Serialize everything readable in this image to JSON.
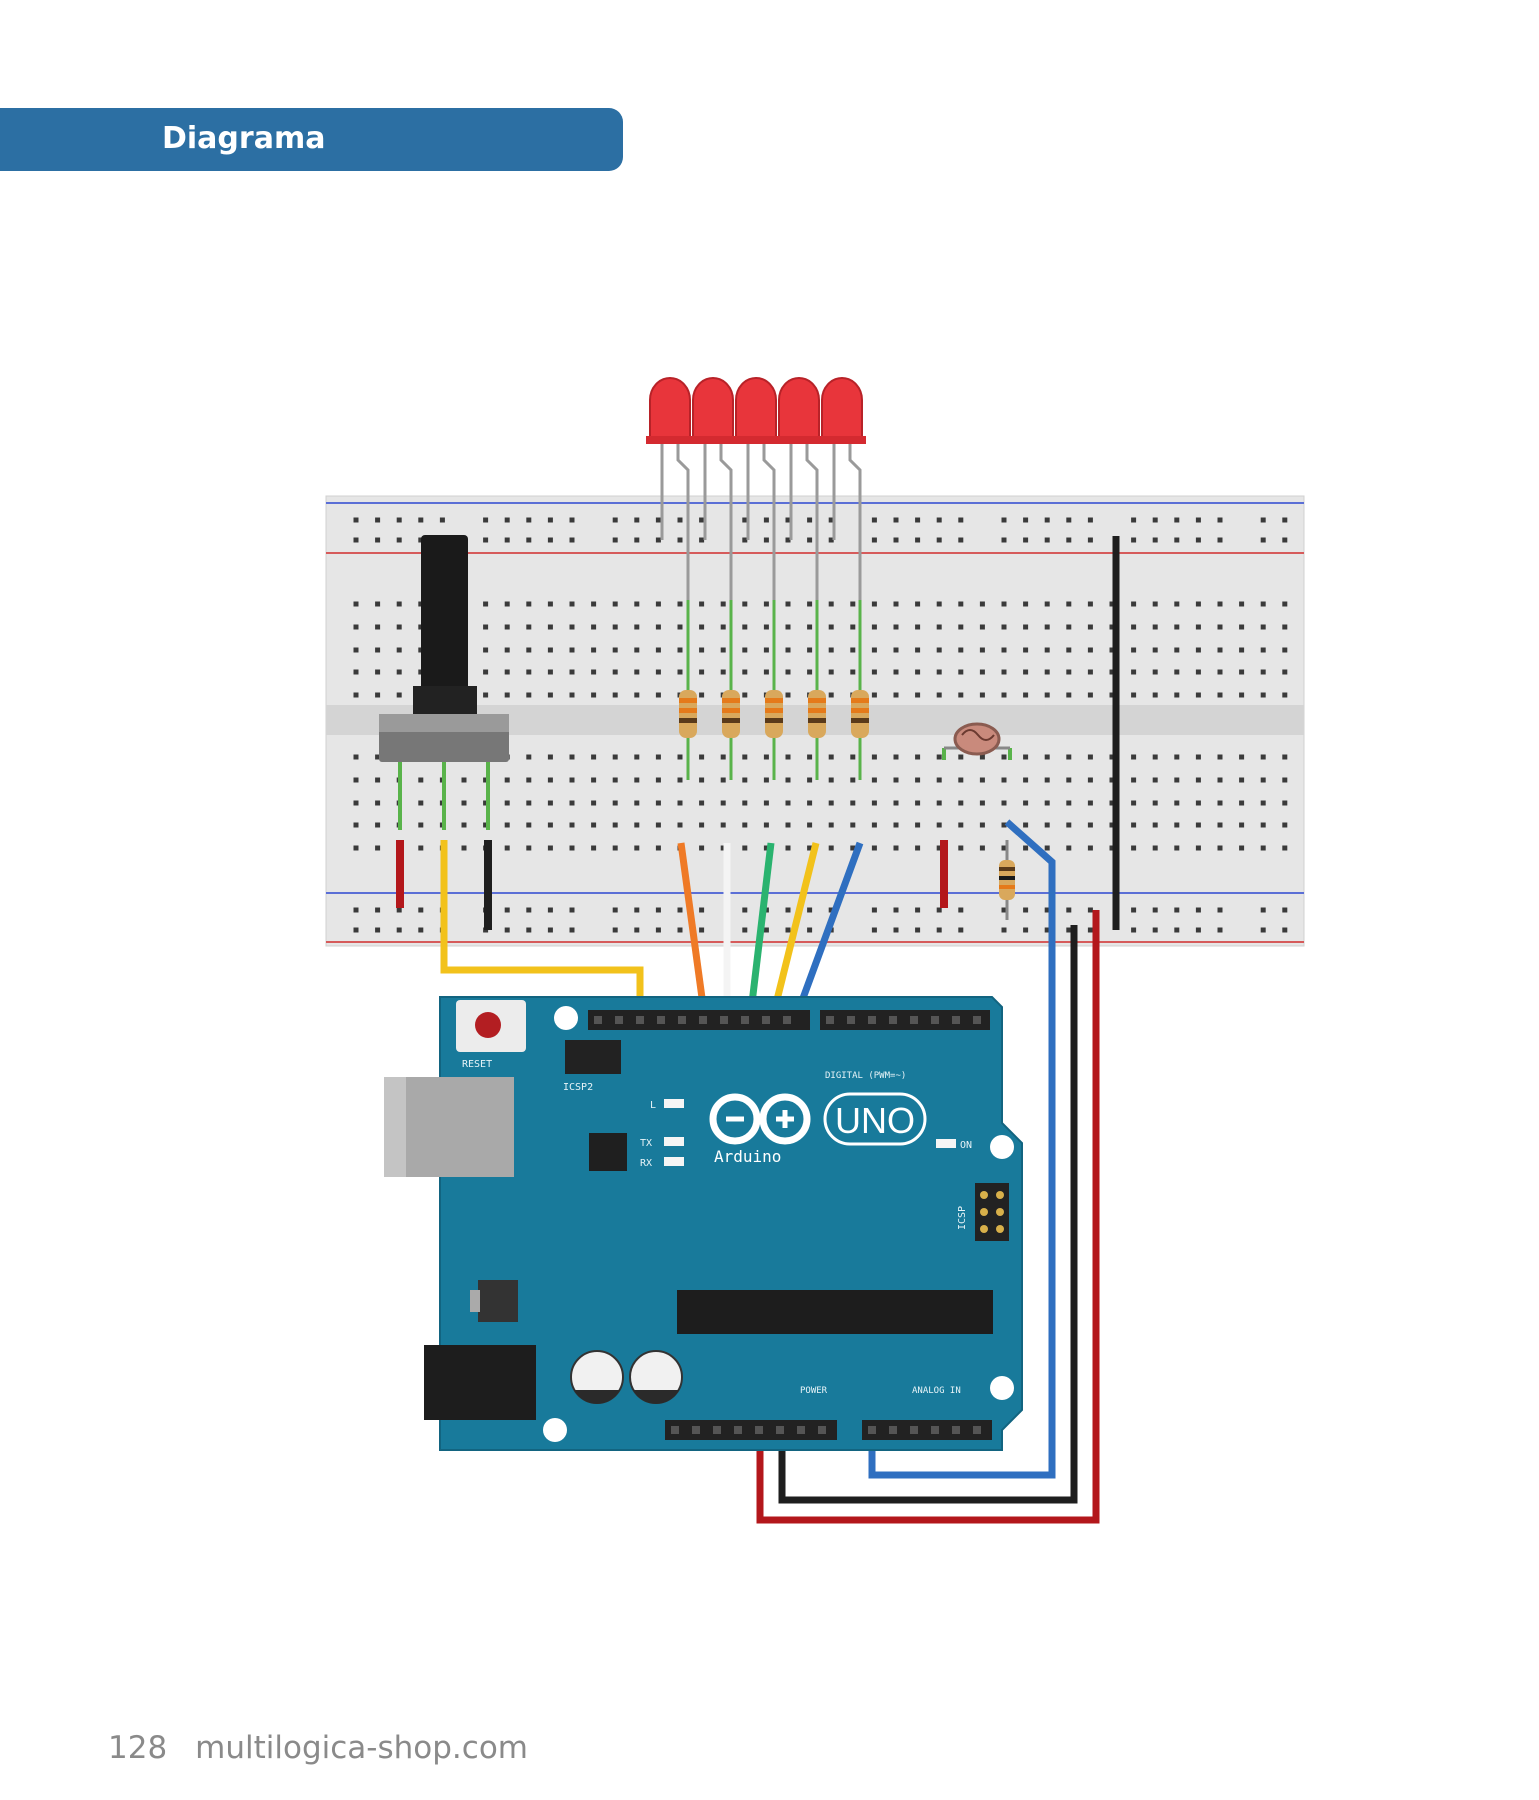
{
  "header": {
    "title": "Diagrama"
  },
  "board": {
    "name": "Arduino",
    "model": "UNO",
    "reset_label": "RESET",
    "icsp2_label": "ICSP2",
    "icsp_label": "ICSP",
    "digital_label": "DIGITAL (PWM=~)",
    "power_label": "POWER",
    "analog_label": "ANALOG IN",
    "on_label": "ON",
    "l_label": "L",
    "tx_label": "TX",
    "rx_label": "RX"
  },
  "footer": {
    "page_number": "128",
    "site": "multilogica-shop.com"
  },
  "colors": {
    "header": "#2c6fa3",
    "board": "#187a9b",
    "breadboard": "#e9e9e9",
    "led": "#e8353b",
    "wire_red": "#b3171b",
    "wire_black": "#1e1e1e",
    "wire_blue": "#2f6fc0",
    "wire_yellow": "#f2c21b",
    "wire_orange": "#ef7a26",
    "wire_green": "#2ab36f",
    "wire_white": "#f4f4f4"
  }
}
